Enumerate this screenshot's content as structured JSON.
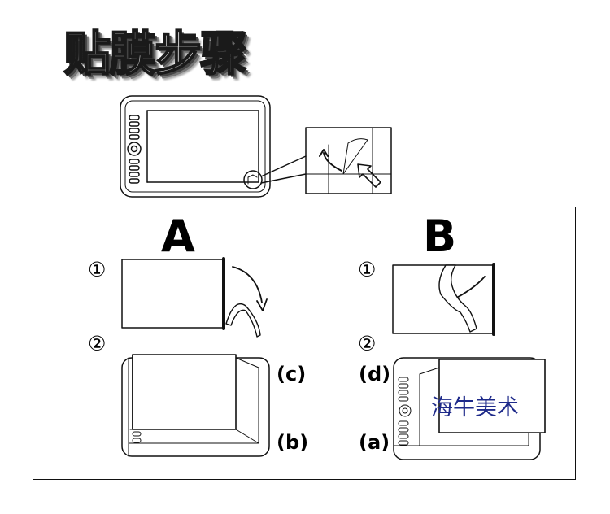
{
  "title": "贴膜步骤",
  "sections": {
    "a": {
      "letter": "A",
      "step1": "①",
      "step2": "②",
      "label_c": "(c)",
      "label_b": "(b)"
    },
    "b": {
      "letter": "B",
      "step1": "①",
      "step2": "②",
      "label_d": "(d)",
      "label_a": "(a)"
    }
  },
  "watermark": "海牛美术"
}
